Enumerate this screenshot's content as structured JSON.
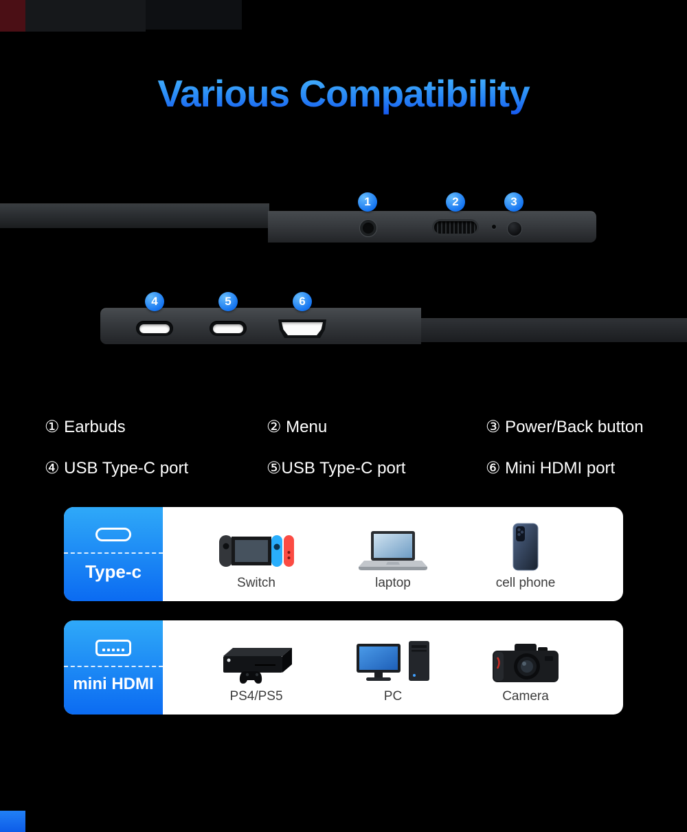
{
  "title": "Various Compatibility",
  "callouts": {
    "badges": [
      "1",
      "2",
      "3",
      "4",
      "5",
      "6"
    ]
  },
  "legend": {
    "items": [
      "① Earbuds",
      "② Menu",
      "③ Power/Back button",
      "④ USB Type-C port",
      "⑤USB Type-C port",
      "⑥ Mini HDMI port"
    ]
  },
  "cards": [
    {
      "connector_label": "Type-c",
      "connector_icon": "usb-type-c-icon",
      "devices": [
        {
          "caption": "Switch"
        },
        {
          "caption": "laptop"
        },
        {
          "caption": "cell phone"
        }
      ]
    },
    {
      "connector_label": "mini HDMI",
      "connector_icon": "mini-hdmi-icon",
      "devices": [
        {
          "caption": "PS4/PS5"
        },
        {
          "caption": "PC"
        },
        {
          "caption": "Camera"
        }
      ]
    }
  ],
  "colors": {
    "background": "#000000",
    "badge_blue": "#1272f1",
    "title_gradient_start": "#4cbcff",
    "title_gradient_end": "#1557ef",
    "card_label_gradient_start": "#2fa9f8",
    "card_label_gradient_end": "#0b6bf2",
    "card_background": "#ffffff"
  }
}
